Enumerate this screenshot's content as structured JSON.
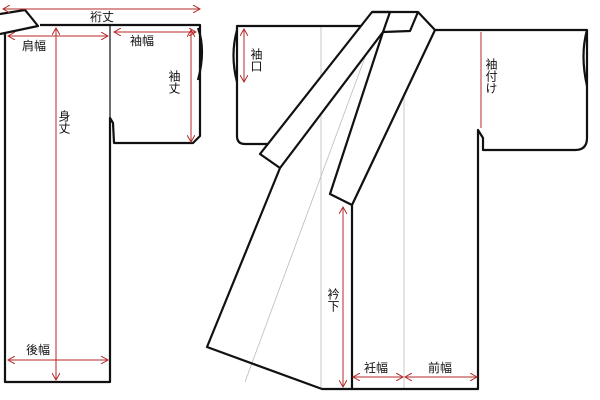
{
  "colors": {
    "outline": "#111111",
    "measure": "#b52a2a",
    "guide": "#bbbbbb"
  },
  "back_view": {
    "labels": {
      "yuki": "裄丈",
      "katahaba": "肩幅",
      "sodehaba": "袖幅",
      "sodetake": "袖丈",
      "mitake": "身丈",
      "ushirohaba": "後幅"
    }
  },
  "front_view": {
    "labels": {
      "sodeguchi": "袖口",
      "sodetsuke": "袖付け",
      "eripshita": "衿下",
      "okumihaba": "衽幅",
      "maehaba": "前幅"
    }
  }
}
